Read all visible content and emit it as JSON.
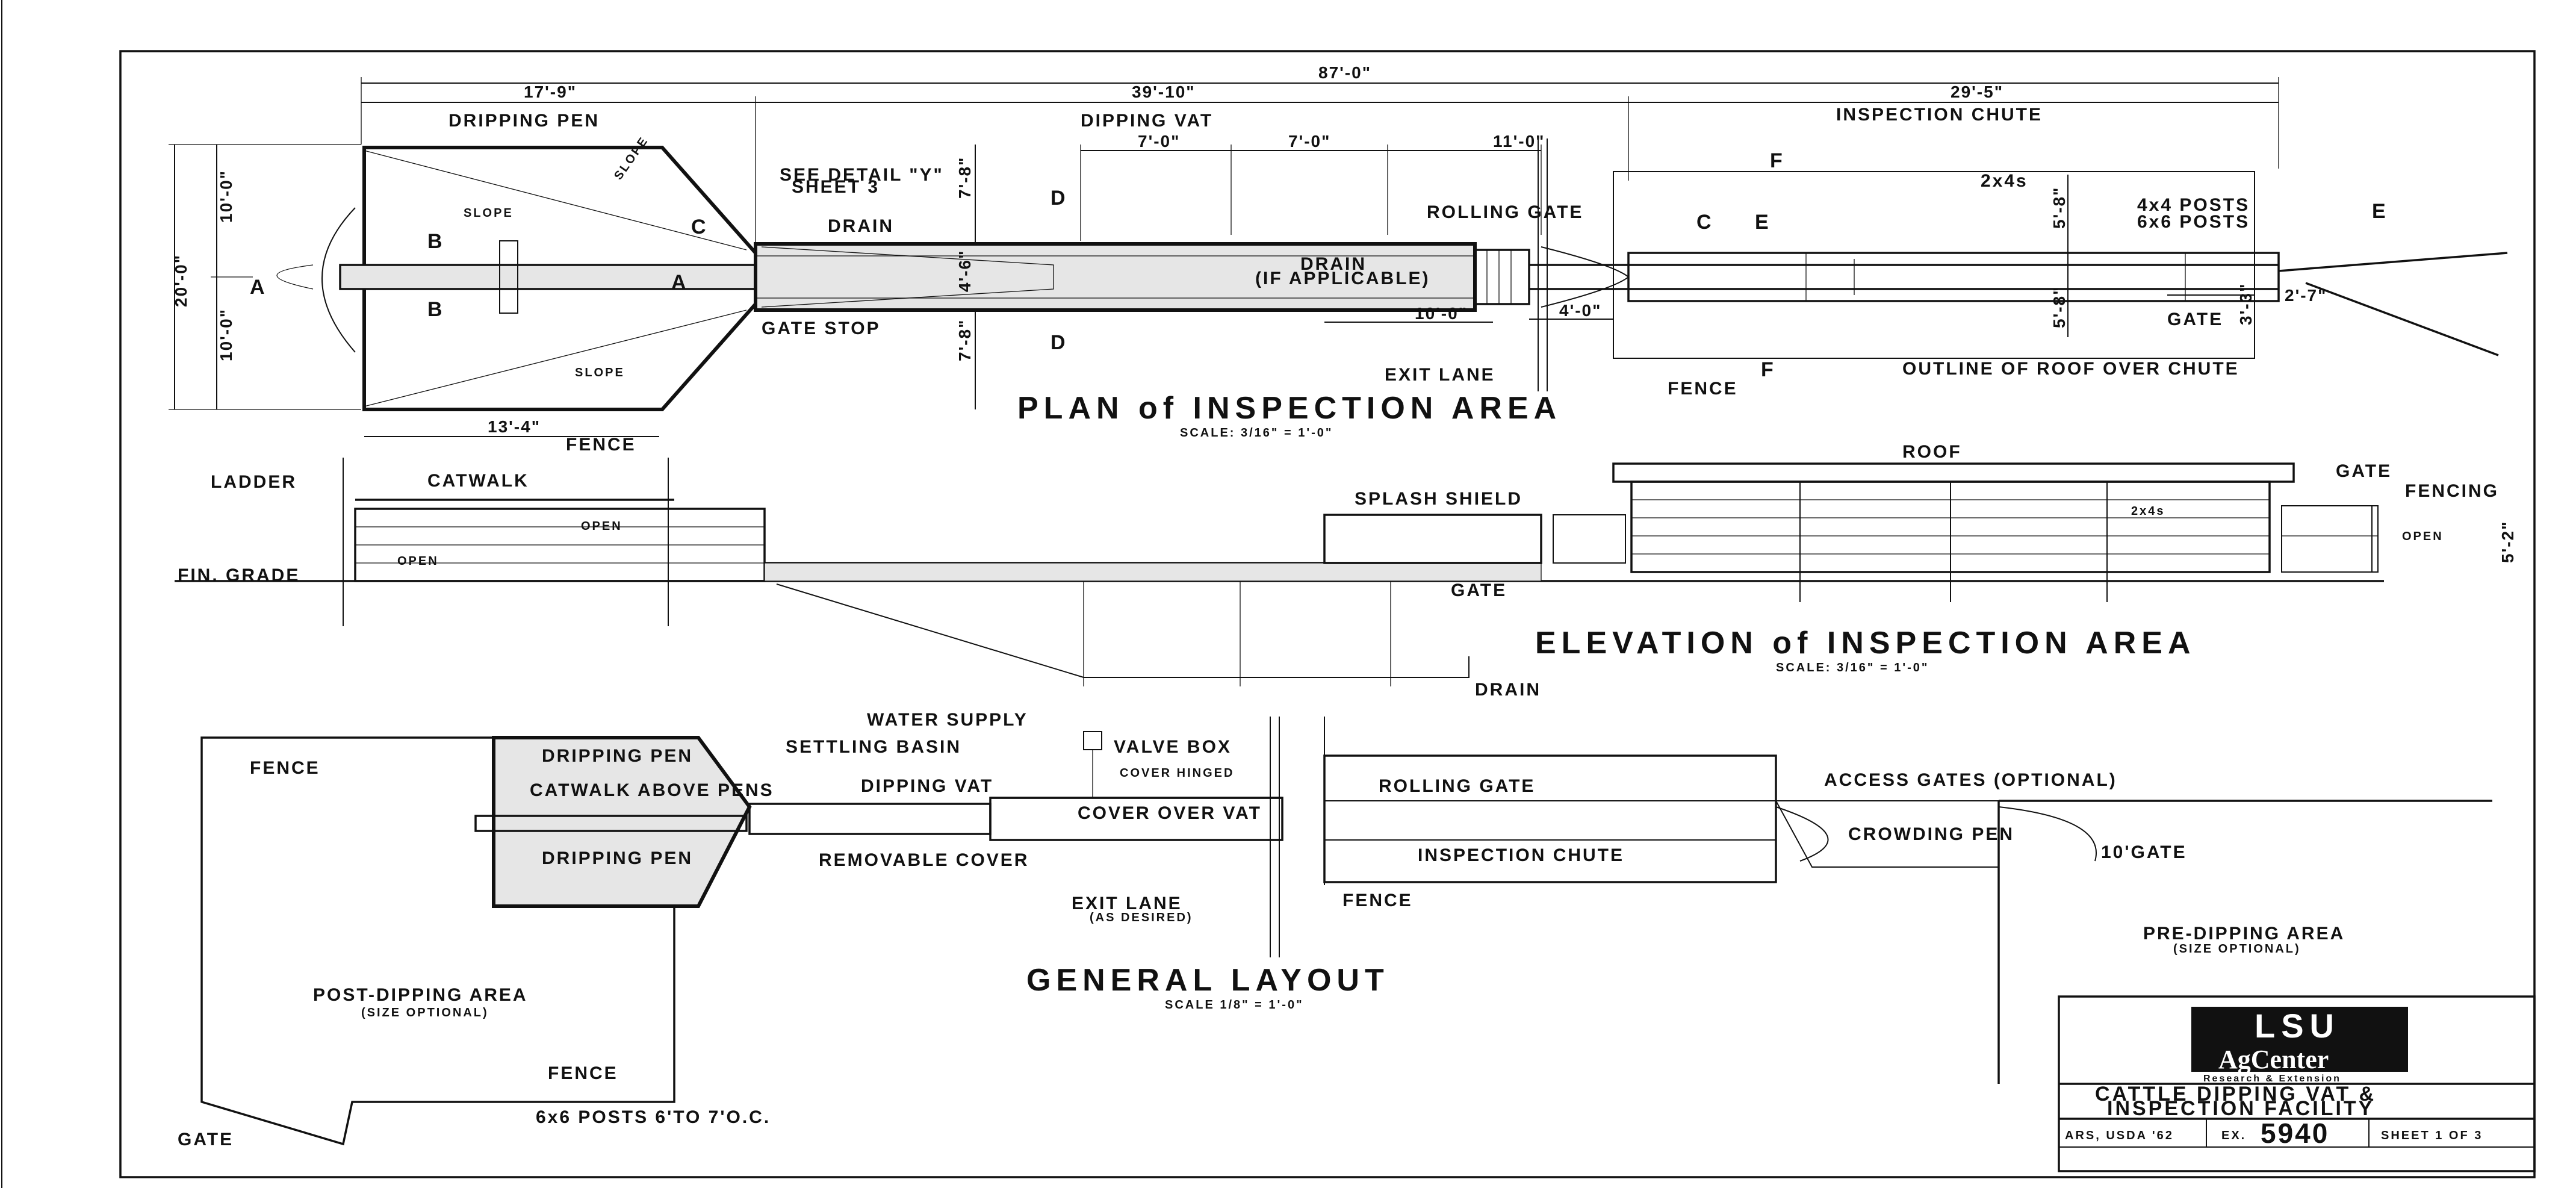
{
  "plan": {
    "title": "PLAN of INSPECTION AREA",
    "scale": "SCALE: 3/16\" = 1'-0\"",
    "dims": {
      "overall": "87'-0\"",
      "pen": "17'-9\"",
      "vat": "39'-10\"",
      "chute": "29'-5\"",
      "seg1": "7'-0\"",
      "seg2": "7'-0\"",
      "seg3": "11'-0\"",
      "side_upper": "10'-0\"",
      "side_lower": "10'-0\"",
      "side_total": "20'-0\"",
      "pen_bottom": "13'-4\"",
      "vat_upper": "7'-8\"",
      "vat_lower": "7'-8\"",
      "vat_mid": "4'-6\"",
      "exit_run": "10'-0\"",
      "exit_w": "4'-0\"",
      "chute_upper": "5'-8\"",
      "chute_lower": "5'-8\"",
      "gate_a": "2'-7\"",
      "gate_b": "3'-3\""
    },
    "labels": {
      "dripping_pen": "DRIPPING PEN",
      "dipping_vat": "DIPPING VAT",
      "inspection_chute": "INSPECTION CHUTE",
      "slope1": "SLOPE",
      "slope2": "SLOPE",
      "slope3": "SLOPE",
      "see_detail": "SEE DETAIL \"Y\"",
      "sheet3": "SHEET 3",
      "drain_top": "DRAIN",
      "drain_mid": "DRAIN",
      "if_applicable": "(IF APPLICABLE)",
      "gate_stop": "GATE STOP",
      "fence_pen": "FENCE",
      "rolling_gate": "ROLLING GATE",
      "exit_lane": "EXIT LANE",
      "fence_chute": "FENCE",
      "twobyfour": "2x4s",
      "posts4x4": "4x4 POSTS",
      "posts6x6": "6x6 POSTS",
      "gate": "GATE",
      "outline_roof": "OUTLINE OF ROOF OVER CHUTE"
    },
    "section_marks": {
      "a": "A",
      "b": "B",
      "c": "C",
      "d": "D",
      "e": "E",
      "f": "F"
    }
  },
  "elevation": {
    "title": "ELEVATION of INSPECTION AREA",
    "scale": "SCALE: 3/16\" = 1'-0\"",
    "labels": {
      "ladder": "LADDER",
      "catwalk": "CATWALK",
      "open1": "OPEN",
      "open2": "OPEN",
      "open3": "OPEN",
      "fin_grade": "FIN. GRADE",
      "splash_shield": "SPLASH SHIELD",
      "gate_left": "GATE",
      "drain": "DRAIN",
      "roof": "ROOF",
      "gate_right": "GATE",
      "fencing": "FENCING",
      "twobyfour": "2x4s",
      "height": "5'-2\""
    }
  },
  "layout": {
    "title": "GENERAL LAYOUT",
    "scale": "SCALE 1/8\" = 1'-0\"",
    "labels": {
      "fence_tl": "FENCE",
      "dripping_pen_top": "DRIPPING PEN",
      "catwalk_above": "CATWALK ABOVE PENS",
      "dripping_pen_bottom": "DRIPPING PEN",
      "settling_basin": "SETTLING BASIN",
      "water_supply": "WATER SUPPLY",
      "valve_box": "VALVE BOX",
      "cover_hinged": "COVER HINGED",
      "dipping_vat": "DIPPING VAT",
      "cover_over_vat": "COVER OVER VAT",
      "removable_cover": "REMOVABLE COVER",
      "rolling_gate": "ROLLING GATE",
      "inspection_chute": "INSPECTION CHUTE",
      "access_gates": "ACCESS GATES (OPTIONAL)",
      "crowding_pen": "CROWDING PEN",
      "ten_gate": "10'GATE",
      "exit_lane": "EXIT LANE",
      "as_desired": "(AS DESIRED)",
      "fence_mid": "FENCE",
      "pre_dipping": "PRE-DIPPING AREA",
      "pre_size": "(SIZE OPTIONAL)",
      "post_dipping": "POST-DIPPING AREA",
      "post_size": "(SIZE OPTIONAL)",
      "fence_bottom": "FENCE",
      "posts": "6x6 POSTS 6'TO 7'O.C.",
      "gate": "GATE"
    }
  },
  "title_block": {
    "logo_main": "LSU",
    "logo_sub": "AgCenter",
    "logo_tag": "Research & Extension",
    "drawing_title_1": "CATTLE DIPPING VAT &",
    "drawing_title_2": "INSPECTION FACILITY",
    "source": "ARS, USDA '62",
    "ex_label": "EX.",
    "ex_number": "5940",
    "sheet": "SHEET 1 OF 3"
  }
}
